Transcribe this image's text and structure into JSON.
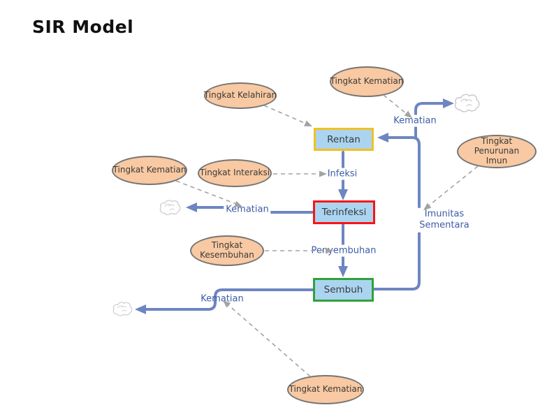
{
  "title": "SIR Model",
  "colors": {
    "title_text": "#111111",
    "node_text": "#3a3a3a",
    "node_fill": "#abd4f1",
    "rentan_border": "#f0c123",
    "terinfeksi_border": "#fa1414",
    "sembuh_border": "#2fa238",
    "factor_fill": "#f8c9a2",
    "factor_border": "#757575",
    "flow": "#6d86c2",
    "flow_label": "#3c5ca6",
    "dashed": "#a3a3a3",
    "cloud_stroke": "#c9c9c9"
  },
  "nodes": {
    "rentan": {
      "label": "Rentan"
    },
    "terinfeksi": {
      "label": "Terinfeksi"
    },
    "sembuh": {
      "label": "Sembuh"
    }
  },
  "edges": {
    "infeksi": {
      "from": "Rentan",
      "to": "Terinfeksi",
      "label": "Infeksi"
    },
    "penyembuhan": {
      "from": "Terinfeksi",
      "to": "Sembuh",
      "label": "Penyembuhan"
    },
    "imunitas": {
      "from": "Sembuh",
      "to": "Rentan",
      "label": "Imunitas Sementara"
    },
    "kematian_rentan": {
      "from": "Rentan",
      "to": "cloud",
      "label": "Kematian"
    },
    "kematian_terinfeksi": {
      "from": "Terinfeksi",
      "to": "cloud",
      "label": "Kematian"
    },
    "kematian_sembuh": {
      "from": "Sembuh",
      "to": "cloud",
      "label": "Kematian"
    }
  },
  "factors": {
    "kelahiran": {
      "label": "Tingkat Kelahiran",
      "influences": "Rentan"
    },
    "kematian_atas": {
      "label": "Tingkat Kematian",
      "influences": "Kematian (Rentan)"
    },
    "kematian_kiri": {
      "label": "Tingkat Kematian",
      "influences": "Kematian (Terinfeksi)"
    },
    "interaksi": {
      "label": "Tingkat Interaksi",
      "influences": "Infeksi"
    },
    "penurunan_imun": {
      "label": "Tingkat Penurunan Imun",
      "influences": "Imunitas Sementara"
    },
    "kesembuhan": {
      "label": "Tingkat Kesembuhan",
      "influences": "Penyembuhan"
    },
    "kematian_bawah": {
      "label": "Tingkat Kematian",
      "influences": "Kematian (Sembuh)"
    }
  }
}
